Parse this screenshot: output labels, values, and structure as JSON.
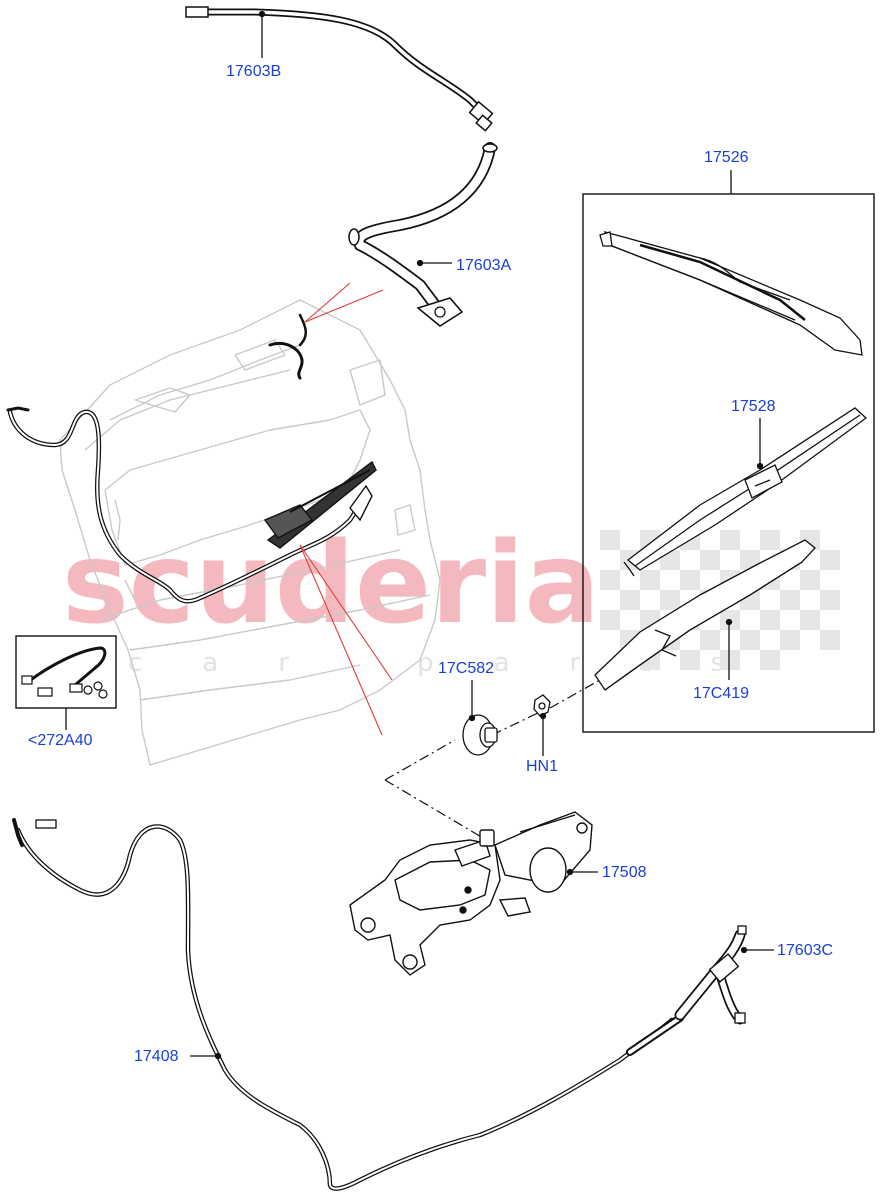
{
  "watermark": {
    "brand": "scuderia",
    "tagline": "car parts"
  },
  "callouts": {
    "hose_upper_b": "17603B",
    "hose_upper_a": "17603A",
    "blade_kit": "17526",
    "blade": "17528",
    "arm": "17C419",
    "cap": "17C582",
    "nut": "HN1",
    "connector_kit": "<272A40",
    "motor": "17508",
    "hose_lower_c": "17603C",
    "tube_lower": "17408"
  },
  "colors": {
    "label": "#1a3fd4",
    "line": "#111111",
    "faint": "#c9c9c9",
    "leader_red": "#e23a3a",
    "watermark": "#f4b9bf"
  }
}
